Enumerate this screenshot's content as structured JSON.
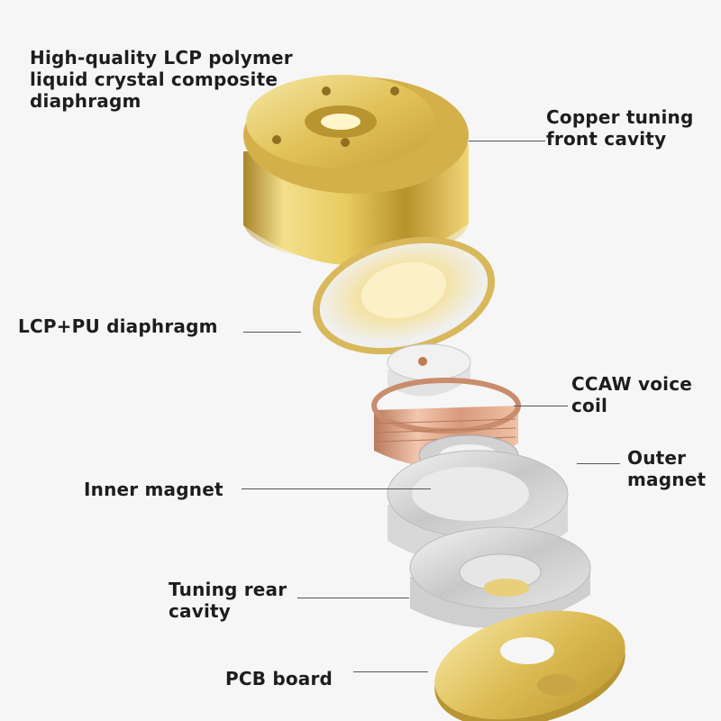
{
  "labels": {
    "lcp_polymer": "High-quality LCP polymer\nliquid crystal composite\ndiaphragm",
    "copper_cavity": "Copper tuning\nfront cavity",
    "lcp_pu": "LCP+PU diaphragm",
    "ccaw_coil": "CCAW voice\ncoil",
    "outer_magnet": "Outer\nmagnet",
    "inner_magnet": "Inner magnet",
    "rear_cavity": "Tuning rear\ncavity",
    "pcb_board": "PCB board"
  },
  "colors": {
    "background": "#f6f6f6",
    "gold": "#d9b84a",
    "copper_coil": "#d9a184",
    "silver": "#cfcfcf",
    "text": "#1d1d1d"
  }
}
